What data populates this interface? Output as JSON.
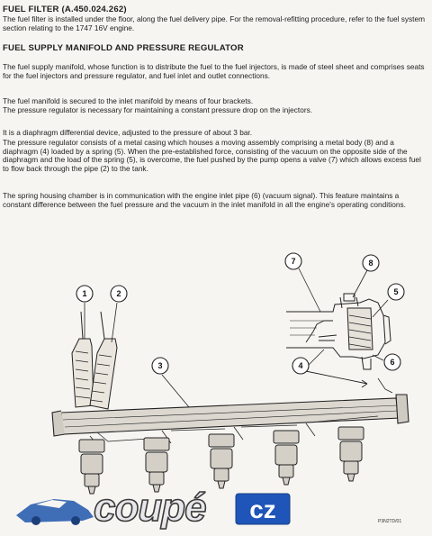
{
  "sections": {
    "filter_heading": "FUEL FILTER (A.450.024.262)",
    "filter_text": "The fuel filter is installed under the floor, along the fuel delivery pipe. For the removal-refitting procedure, refer to the fuel system section relating to the 1747 16V engine.",
    "manifold_heading": "FUEL SUPPLY MANIFOLD AND PRESSURE REGULATOR",
    "para1": "The fuel supply manifold, whose function is to distribute the fuel to the fuel injectors, is made of steel sheet and comprises seats for the fuel injectors and pressure regulator, and fuel inlet and outlet connections.",
    "para2": "The fuel manifold is secured to the inlet manifold by means of four brackets.",
    "para3": "The pressure regulator is necessary for maintaining a constant pressure drop on the injectors.",
    "para4": "It is a diaphragm differential device, adjusted to the pressure of about 3 bar.",
    "para5": "The pressure regulator consists of a metal casing which houses a moving assembly comprising a metal body (8) and a diaphragm (4) loaded by a spring (5). When the pre-established force, consisting of the vacuum on the opposite side of the diaphragm and the load of the spring (5), is overcome, the fuel pushed by the pump opens a valve (7) which allows excess fuel to flow back through the pipe (2) to the tank.",
    "para6": "The spring housing chamber is in communication with the engine inlet pipe (6) (vacuum signal). This feature maintains a constant difference between the fuel pressure and the vacuum in the inlet manifold in all the engine's operating conditions."
  },
  "diagram": {
    "callouts": [
      "1",
      "2",
      "3",
      "4",
      "5",
      "6",
      "7",
      "8"
    ],
    "reference": "P3N2TD/01"
  },
  "watermark": {
    "text": "coupé",
    "suffix": "cz"
  }
}
